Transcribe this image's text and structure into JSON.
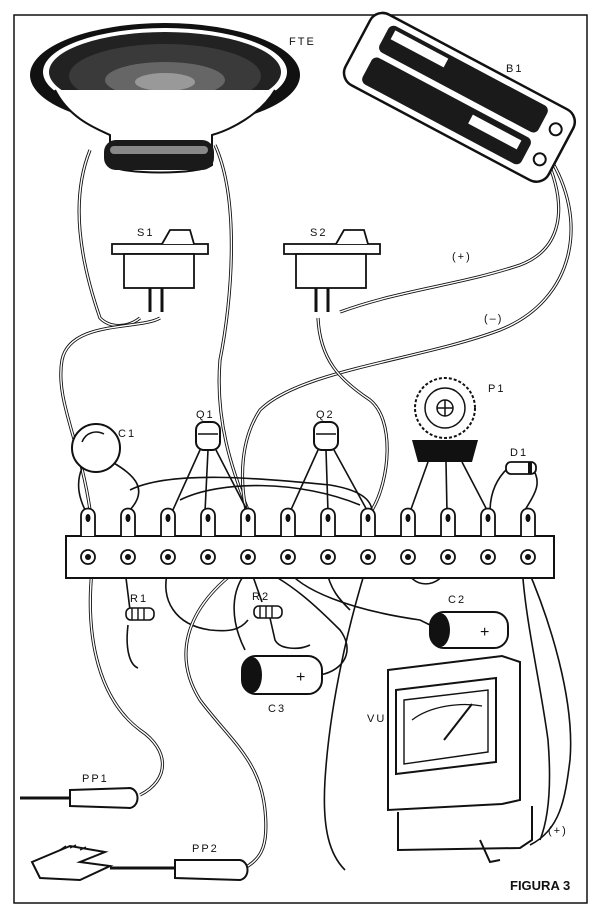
{
  "figure": {
    "title": "FIGURA 3"
  },
  "labels": {
    "speaker": "FTE",
    "battery": "B1",
    "switch1": "S1",
    "switch2": "S2",
    "plus": "(+)",
    "minus": "(–)",
    "trimmer": "P1",
    "capacitor1": "C1",
    "transistor1": "Q1",
    "transistor2": "Q2",
    "diode": "D1",
    "resistor1": "R1",
    "resistor2": "R2",
    "capacitor2": "C2",
    "capacitor3": "C3",
    "meter": "VU",
    "meter_plus": "(+)",
    "probe1": "PP1",
    "probe2": "PP2"
  },
  "colors": {
    "ink": "#111111",
    "paper": "#ffffff"
  }
}
